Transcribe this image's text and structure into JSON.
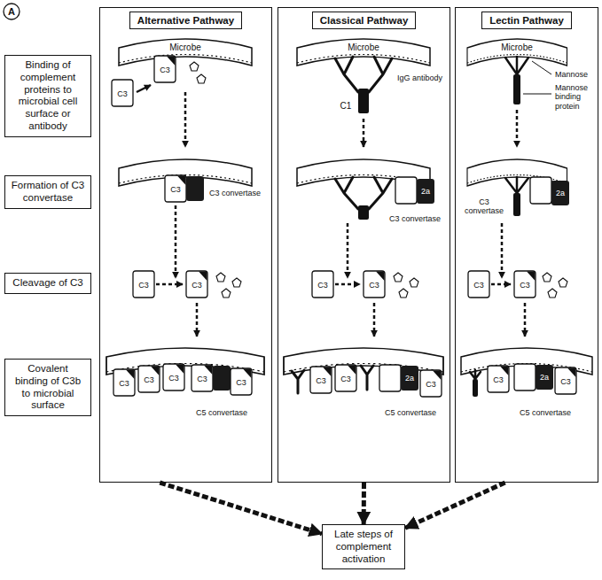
{
  "diagram": {
    "nodes": [
      {
        "text": [
          "Alternative Pathway"
        ]
      },
      {
        "text": [
          "Classical Pathway"
        ]
      },
      {
        "text": [
          "Lectin Pathway"
        ]
      },
      {
        "text": [
          "Binding of complement proteins to microbial cell surface or antibody"
        ]
      },
      {
        "text": [
          "Formation of C3 convertase"
        ]
      },
      {
        "text": [
          "Cleavage of C3"
        ]
      },
      {
        "text": [
          "Covalent binding of C3b to microbial surface"
        ]
      },
      {
        "text": [
          "Late steps of complement activation"
        ]
      }
    ],
    "edges": [
      {
        "from": 0,
        "to": 7,
        "arrow": "to"
      },
      {
        "from": 1,
        "to": 7,
        "arrow": "to"
      },
      {
        "from": 2,
        "to": 7,
        "arrow": "to"
      }
    ],
    "labels": [
      "A",
      "Microbe",
      "Microbe",
      "Microbe",
      "IgG antibody",
      "C1",
      "Mannose",
      "Mannose binding protein",
      "C3",
      "C3",
      "C3",
      "C3 convertase",
      "C3 convertase",
      "2a",
      "C3 convertase",
      "2a",
      "C3",
      "C3",
      "C3",
      "C3",
      "C3",
      "C3",
      "C3",
      "C3",
      "C3",
      "C3",
      "C3",
      "C5 convertase",
      "C3",
      "C3",
      "2a",
      "C3",
      "C5 convertase",
      "C3",
      "2a",
      "C3",
      "C5 convertase"
    ]
  }
}
